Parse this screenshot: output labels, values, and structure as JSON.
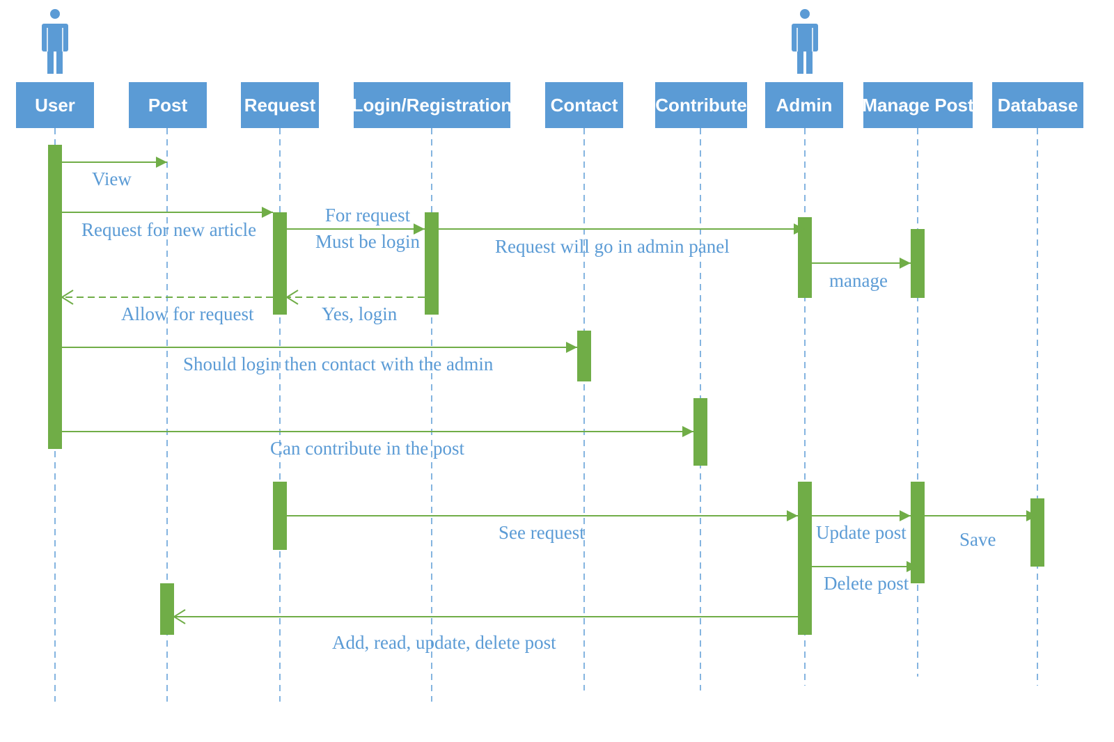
{
  "colors": {
    "box_fill": "#5b9bd5",
    "box_text": "#ffffff",
    "activation": "#70ad47",
    "message": "#70ad47",
    "label_text": "#5b9bd5",
    "lifeline": "#5b9bd5"
  },
  "actors": [
    {
      "id": "user",
      "icon": "person-icon"
    },
    {
      "id": "admin",
      "icon": "person-icon"
    }
  ],
  "lifelines": [
    {
      "id": "user",
      "label": "User"
    },
    {
      "id": "post",
      "label": "Post"
    },
    {
      "id": "request",
      "label": "Request"
    },
    {
      "id": "login",
      "label": "Login/Registration"
    },
    {
      "id": "contact",
      "label": "Contact"
    },
    {
      "id": "contribute",
      "label": "Contribute"
    },
    {
      "id": "admin",
      "label": "Admin"
    },
    {
      "id": "managepost",
      "label": "Manage Post"
    },
    {
      "id": "database",
      "label": "Database"
    }
  ],
  "messages": [
    {
      "from": "user",
      "to": "post",
      "label": "View",
      "style": "sync"
    },
    {
      "from": "user",
      "to": "request",
      "label": "Request for new article",
      "style": "sync"
    },
    {
      "from": "request",
      "to": "login",
      "label": "For request\nMust be login",
      "style": "sync"
    },
    {
      "from": "login",
      "to": "admin",
      "label": "Request will go in admin panel",
      "style": "sync"
    },
    {
      "from": "admin",
      "to": "managepost",
      "label": "manage",
      "style": "sync"
    },
    {
      "from": "login",
      "to": "request",
      "label": "Yes, login",
      "style": "return"
    },
    {
      "from": "request",
      "to": "user",
      "label": "Allow for request",
      "style": "return"
    },
    {
      "from": "user",
      "to": "contact",
      "label": "Should login then contact with the admin",
      "style": "sync"
    },
    {
      "from": "user",
      "to": "contribute",
      "label": "Can contribute in the post",
      "style": "sync"
    },
    {
      "from": "request",
      "to": "admin",
      "label": "See request",
      "style": "sync"
    },
    {
      "from": "admin",
      "to": "managepost",
      "label": "Update post",
      "style": "sync"
    },
    {
      "from": "managepost",
      "to": "database",
      "label": "Save",
      "style": "sync"
    },
    {
      "from": "admin",
      "to": "managepost",
      "label": "Delete post",
      "style": "sync"
    },
    {
      "from": "admin",
      "to": "post",
      "label": "Add, read, update, delete post",
      "style": "return"
    }
  ]
}
